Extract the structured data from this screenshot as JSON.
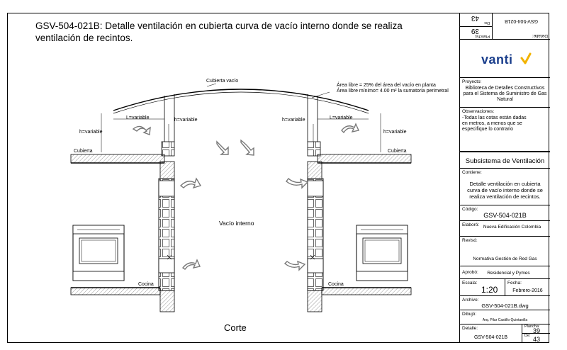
{
  "title": "GSV-504-021B:  Detalle ventilación en cubierta curva de vacío interno donde se realiza ventilación de recintos.",
  "drawing": {
    "cubierta_vacio": "Cubierta vacío",
    "area_libre_1": "Área libre = 25% del área del vacío en planta",
    "area_libre_2": "Área libre mínimo= 4.00 m² la sumatoria perimetral",
    "l_variable": "L=variable",
    "h_variable": "h=variable",
    "cubierta": "Cubierta",
    "cocina": "Cocina",
    "vacio_interno": "Vacío interno",
    "corte": "Corte"
  },
  "title_block": {
    "rotated_code": "GSV-504-021B",
    "rotated_detalle_cap": "Detalle:",
    "rotated_plancha_cap": "Plancha:",
    "rotated_plancha": "39",
    "rotated_de_cap": "De:",
    "rotated_de": "43",
    "brand": "vanti",
    "proyecto_cap": "Proyecto:",
    "proyecto": "Biblioteca de Detalles Constructivos para el Sistema de Suministro de Gas Natural",
    "observaciones_cap": "Observaciones:",
    "observaciones": "-Todas las cotas están dadas en metros, a menos que se especifique lo contrario",
    "subsistema": "Subsistema de Ventilación",
    "contiene_cap": "Contiene:",
    "contiene": "Detalle ventilación en cubierta curva de vacío interno donde se realiza ventilación de recintos.",
    "codigo_cap": "Código:",
    "codigo": "GSV-504-021B",
    "elaboro_cap": "Elaboró:",
    "elaboro": "Nueva Edificación Colombia",
    "reviso_cap": "Revisó:",
    "reviso": "Normativa Gestión de Red Gas",
    "aprobo_cap": "Aprobó:",
    "aprobo": "Residencial y Pymes",
    "escala_cap": "Escala:",
    "escala": "1:20",
    "fecha_cap": "Fecha:",
    "fecha": "Febrero-2016",
    "archivo_cap": "Archivo:",
    "archivo": "GSV-504-021B.dwg",
    "dibujo_cap": "Dibujó:",
    "dibujo": "Arq. Pilar Castillo Quintanilla",
    "detalle_cap": "Detalle:",
    "detalle": "GSV-504-021B",
    "plancha_cap": "Plancha:",
    "plancha": "39",
    "de_cap": "De:",
    "de": "43",
    "brand_color": "#1a3e8c",
    "accent_color": "#f2b300"
  }
}
